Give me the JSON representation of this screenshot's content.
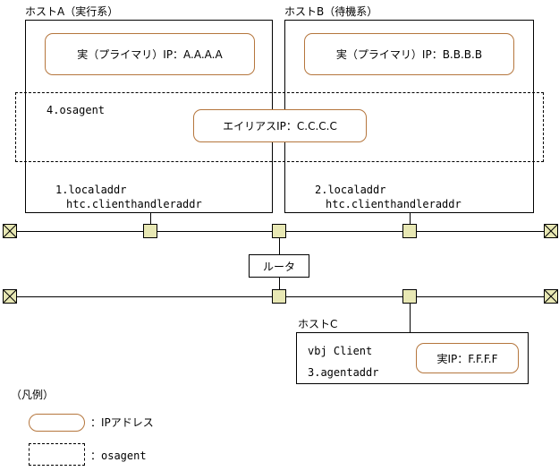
{
  "diagram": {
    "title": "osagent / IP address network topology",
    "colors": {
      "ip_capsule_border": "#b5763d",
      "node_fill": "#e8e8b4",
      "line": "#000000",
      "background": "#ffffff"
    }
  },
  "hosts": [
    {
      "id": "host-a",
      "caption": "ホストA（実行系）",
      "primary_ip_label": "実（プライマリ）IP：A.A.A.A",
      "lines": [
        "1.localaddr",
        "htc.clienthandleraddr"
      ],
      "osagent_label": "4.osagent"
    },
    {
      "id": "host-b",
      "caption": "ホストB（待機系）",
      "primary_ip_label": "実（プライマリ）IP：B.B.B.B",
      "lines": [
        "2.localaddr",
        "htc.clienthandleraddr"
      ]
    },
    {
      "id": "host-c",
      "caption": "ホストC",
      "lines": [
        "vbj Client",
        "3.agentaddr"
      ],
      "real_ip_label": "実IP：F.F.F.F"
    }
  ],
  "alias_ip": {
    "label": "エイリアスIP：C.C.C.C"
  },
  "router": {
    "label": "ルータ"
  },
  "legend": {
    "title": "（凡例）",
    "items": [
      {
        "shape": "rounded-capsule",
        "text": "：IPアドレス"
      },
      {
        "shape": "dashed-rectangle",
        "text": "：osagent"
      }
    ]
  },
  "network": {
    "top_bus_name": "upper-segment",
    "bottom_bus_name": "lower-segment"
  }
}
